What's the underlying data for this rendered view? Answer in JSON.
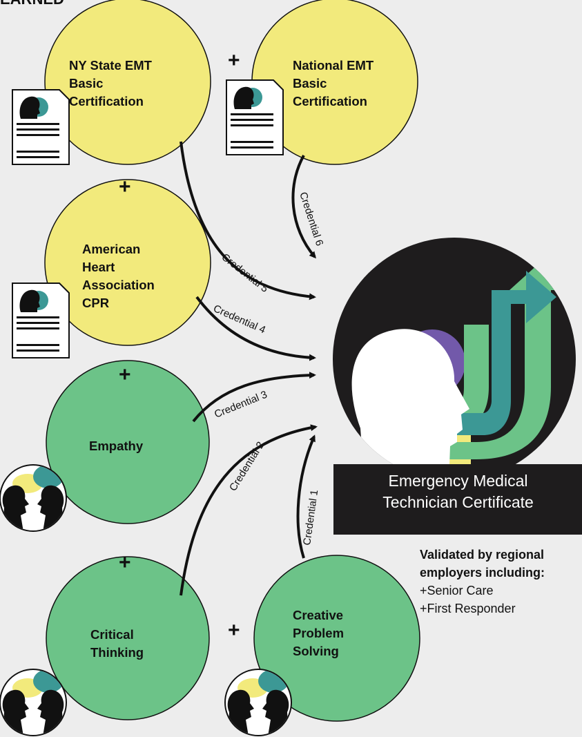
{
  "header": {
    "text": "EARNED"
  },
  "nodes": {
    "ny_state": "NY State EMT Basic Certification",
    "national": "National EMT Basic Certification",
    "aha": "American Heart Association CPR",
    "empathy": "Empathy",
    "critical": "Critical Thinking",
    "creative": "Creative Problem Solving"
  },
  "node_lines": {
    "ny_state": [
      "NY State EMT",
      "Basic",
      "Certification"
    ],
    "national": [
      "National EMT",
      "Basic",
      "Certification"
    ],
    "aha": [
      "American",
      "Heart",
      "Association",
      "CPR"
    ],
    "empathy": [
      "Empathy"
    ],
    "critical": [
      "Critical",
      "Thinking"
    ],
    "creative": [
      "Creative",
      "Problem",
      "Solving"
    ]
  },
  "plus": "+",
  "credentials": [
    "Credential 1",
    "Credential 2",
    "Credential 3",
    "Credential 4",
    "Credential 5",
    "Credential 6"
  ],
  "certificate": {
    "line1": "Emergency Medical",
    "line2": "Technician Certificate"
  },
  "validation": {
    "heading1": "Validated by regional",
    "heading2": "employers including:",
    "item1": "+Senior Care",
    "item2": "+First Responder"
  },
  "icons": {
    "document": "document-person-icon",
    "conversation": "two-heads-conversation-icon",
    "career": "person-head-growth-arrows-icon"
  },
  "colors": {
    "credential_circle": "#f2ea7c",
    "skill_circle": "#6cc388",
    "teal": "#3c9895",
    "purple": "#7259aa",
    "green": "#6cc388",
    "dark": "#1e1c1d",
    "background": "#ededed"
  }
}
